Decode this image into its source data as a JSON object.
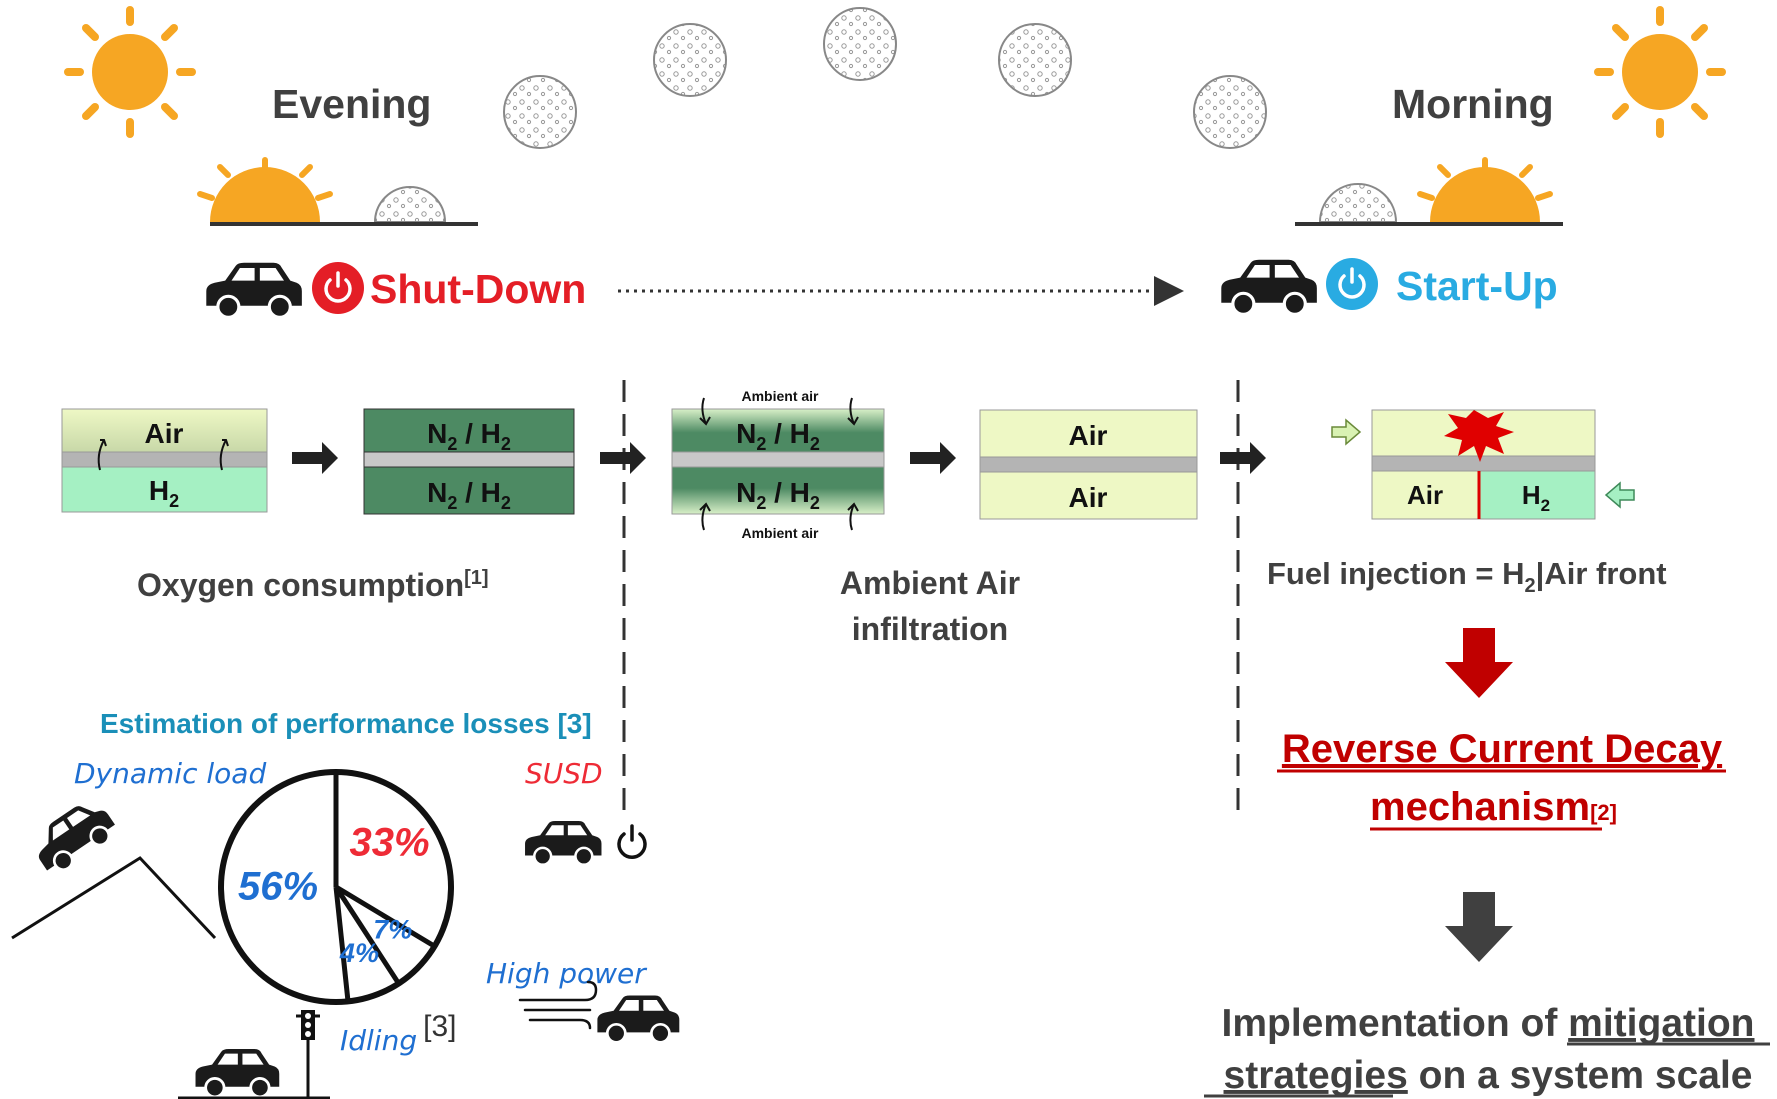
{
  "header": {
    "evening_label": "Evening",
    "morning_label": "Morning",
    "shutdown_label": "Shut-Down",
    "startup_label": "Start-Up"
  },
  "stage1": {
    "top_label": "Air",
    "bottom_label": "H",
    "bottom_sub": "2",
    "caption": "Oxygen consumption",
    "caption_ref": "[1]"
  },
  "stage2": {
    "label": "N",
    "sub1": "2",
    "mid": " / H",
    "sub2": "2"
  },
  "stage3": {
    "ambient_top": "Ambient air",
    "ambient_bottom": "Ambient air"
  },
  "stage4": {
    "top_label": "Air",
    "bottom_label": "Air",
    "caption_line1": "Ambient Air",
    "caption_line2": "infiltration"
  },
  "stage5": {
    "air_label": "Air",
    "h2_label": "H",
    "h2_sub": "2",
    "caption_a": "Fuel injection = H",
    "caption_sub": "2",
    "caption_b": "|Air front"
  },
  "mechanism": {
    "line1": "Reverse Current Decay",
    "line2": "mechanism",
    "ref": "[2]"
  },
  "mitigation": {
    "line1_a": "Implementation of ",
    "line1_b": "mitigation",
    "line2_a": "strategies",
    "line2_b": " on a system scale"
  },
  "losses": {
    "title": "Estimation of performance losses [3]",
    "dynamic_load": "Dynamic load",
    "susd": "SUSD",
    "high_power": "High power",
    "idling": "Idling",
    "idling_ref": "[3]"
  },
  "chart_data": {
    "type": "pie",
    "title": "Estimation of performance losses [3]",
    "slices": [
      {
        "label": "Dynamic load",
        "value": 56,
        "text": "56%",
        "color": "#1f6fd1"
      },
      {
        "label": "SUSD",
        "value": 33,
        "text": "33%",
        "color": "#ee2b36"
      },
      {
        "label": "High power",
        "value": 7,
        "text": "7%",
        "color": "#1f6fd1"
      },
      {
        "label": "Idling",
        "value": 4,
        "text": "4%",
        "color": "#1f6fd1"
      }
    ]
  },
  "colors": {
    "shutdown": "#e41e26",
    "startup": "#29abe2",
    "title_blue": "#1a8fb8",
    "dark_green": "#4d8a63",
    "light_green": "#a5f0c3",
    "pale_yellow": "#eef8c5",
    "mechanism_red": "#c00000",
    "arrow_red": "#c00000",
    "sun": "#f6a623"
  }
}
